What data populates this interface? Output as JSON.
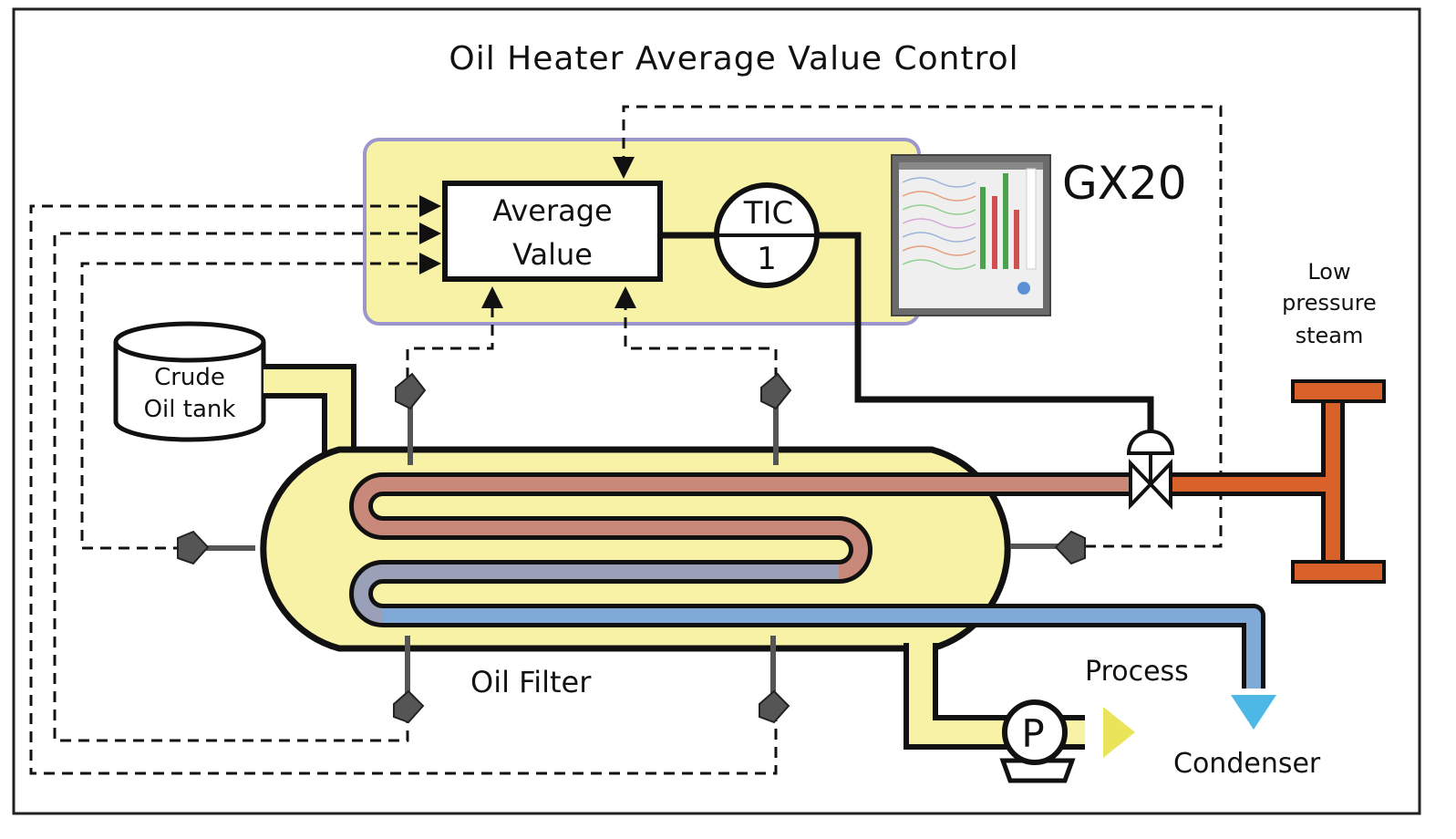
{
  "title": "Oil Heater Average Value Control",
  "controller": {
    "average_block": {
      "line1": "Average",
      "line2": "Value"
    },
    "tic": {
      "tag": "TIC",
      "number": "1"
    },
    "recorder_label": "GX20"
  },
  "labels": {
    "tank_line1": "Crude",
    "tank_line2": "Oil tank",
    "steam_line1": "Low",
    "steam_line2": "pressure",
    "steam_line3": "steam",
    "oil_filter": "Oil Filter",
    "process": "Process",
    "condenser": "Condenser",
    "pump": "P"
  },
  "colors": {
    "controller_panel": "#f7f2a6",
    "controller_border": "#9b97cc",
    "vessel_fill": "#f7f2a6",
    "steam_pipe": "#d9622a",
    "hot_coil": "#c9897a",
    "cool_coil": "#9aa0b8",
    "condensate_pipe": "#7fa9d6",
    "condenser_arrow": "#4db7e6",
    "process_arrow": "#e9e45a"
  }
}
